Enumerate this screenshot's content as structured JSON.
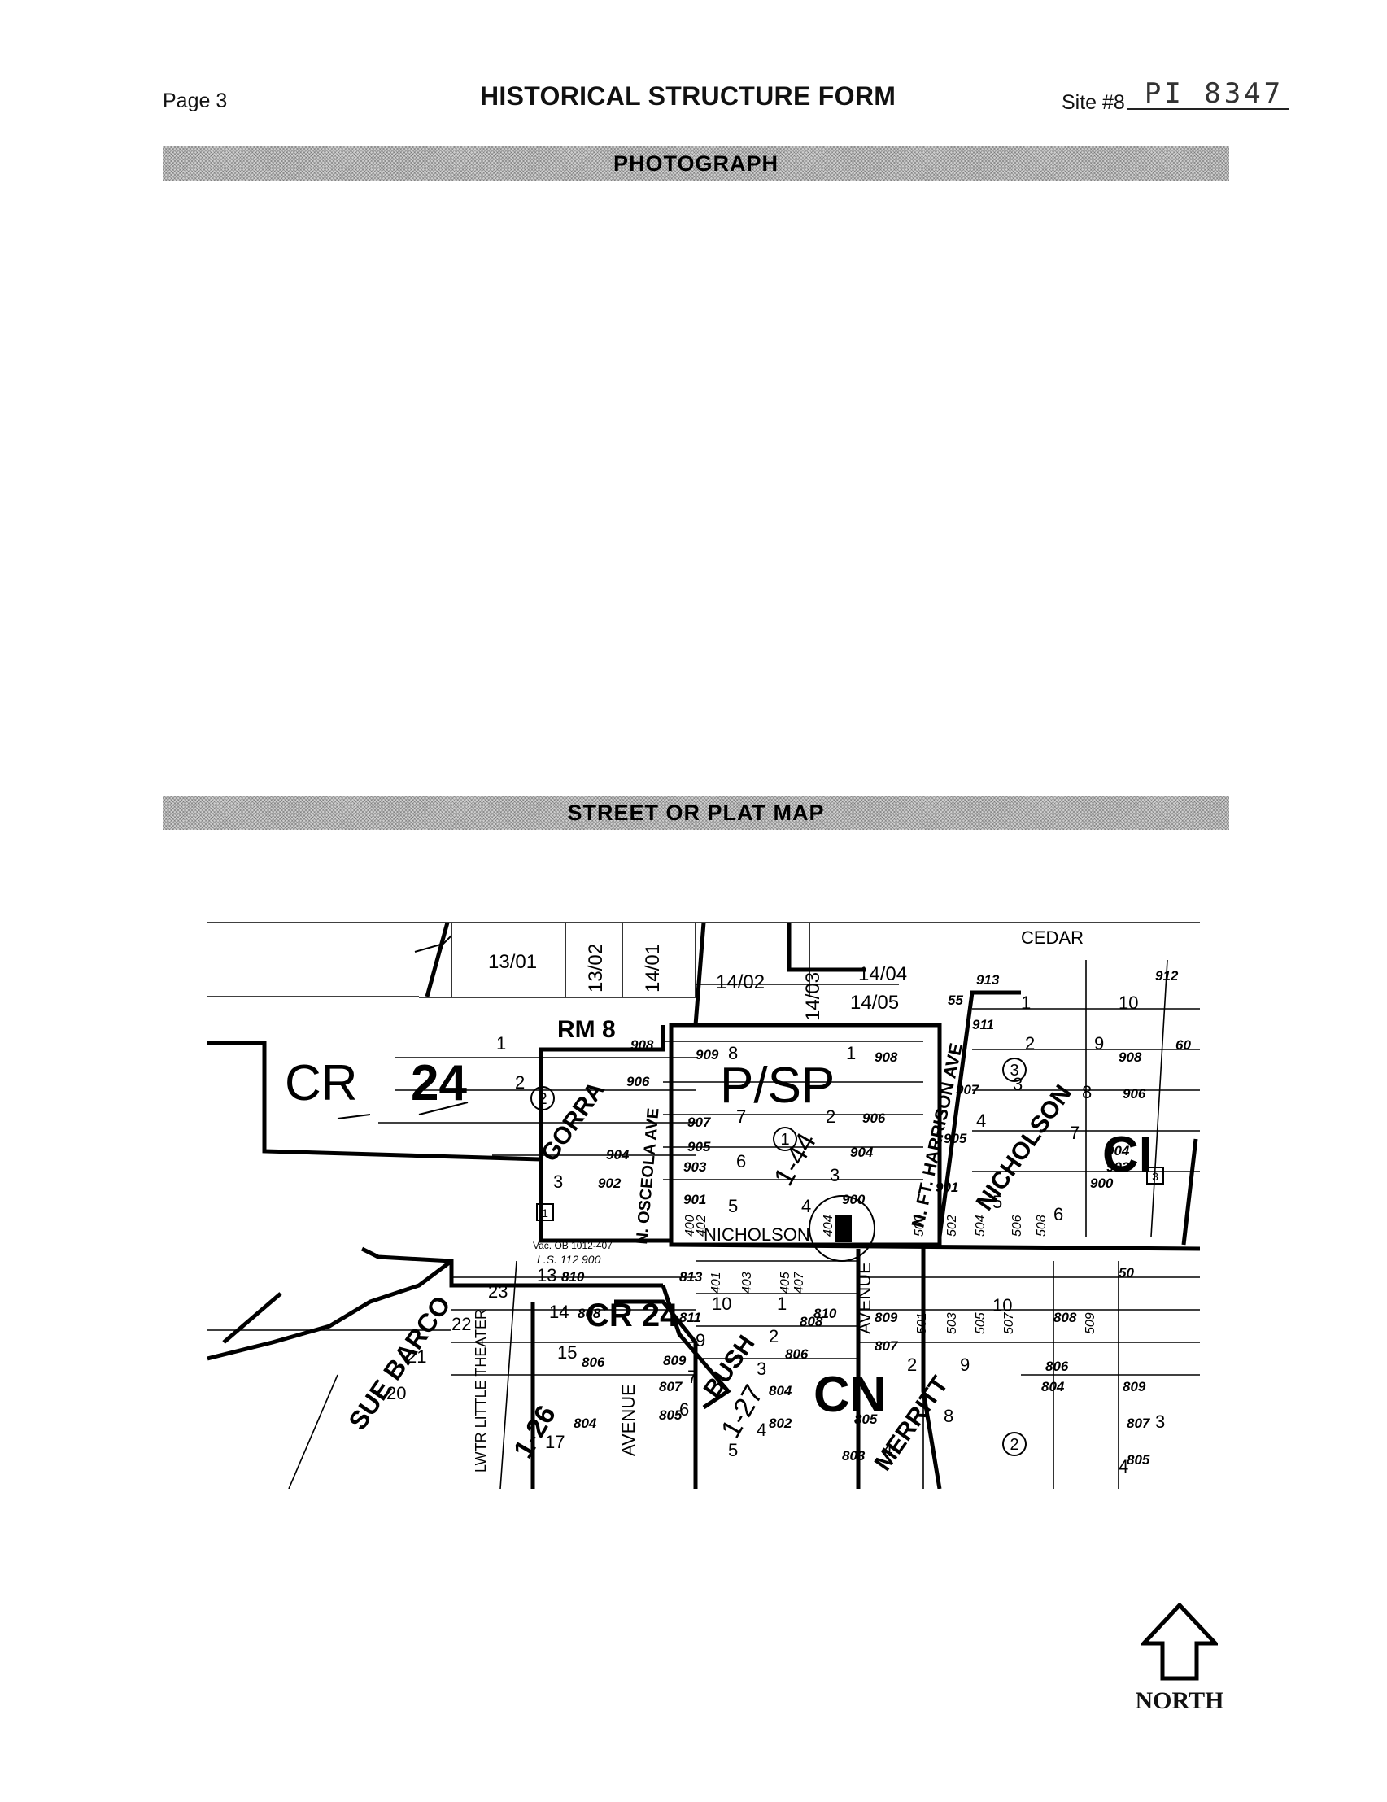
{
  "header": {
    "page": "Page 3",
    "title": "HISTORICAL STRUCTURE FORM",
    "site_label": "Site #8",
    "site_value": "PI 8347"
  },
  "sections": {
    "photograph": "PHOTOGRAPH",
    "map": "STREET OR PLAT MAP"
  },
  "map": {
    "zoning": [
      "CR",
      "24",
      "RM 8",
      "P/SP",
      "CI",
      "CN",
      "CR 24"
    ],
    "streets": [
      "CEDAR",
      "GORRA",
      "N. OSCEOLA AVE",
      "N. FT. HARRISON AVE",
      "NICHOLSON",
      "AVENUE",
      "BUSH",
      "MERRITT",
      "SUE BARCO"
    ],
    "plats": [
      "13/01",
      "13/02",
      "14/01",
      "14/02",
      "14/03",
      "14/04",
      "14/05"
    ],
    "grid_refs": [
      "1-44",
      "1-26",
      "1-27"
    ],
    "notes": [
      "Vac. OB 1012-407",
      "L.S. 112 900",
      "LWTR LITTLE THEATER"
    ],
    "lot_numbers": [
      "1",
      "2",
      "3",
      "4",
      "5",
      "6",
      "7",
      "8",
      "9",
      "10",
      "13",
      "14",
      "15",
      "17",
      "20",
      "21",
      "22",
      "23"
    ],
    "addresses": [
      "909",
      "908",
      "907",
      "906",
      "905",
      "904",
      "903",
      "902",
      "901",
      "900",
      "913",
      "911",
      "912",
      "60",
      "55",
      "50",
      "813",
      "811",
      "810",
      "809",
      "808",
      "807",
      "806",
      "805",
      "804",
      "803",
      "802",
      "501",
      "503",
      "505",
      "507",
      "509",
      "500",
      "502",
      "504",
      "506",
      "508",
      "400",
      "402",
      "404",
      "401",
      "403",
      "405",
      "407"
    ]
  },
  "compass": {
    "label": "NORTH",
    "icon": "north-arrow-icon"
  }
}
